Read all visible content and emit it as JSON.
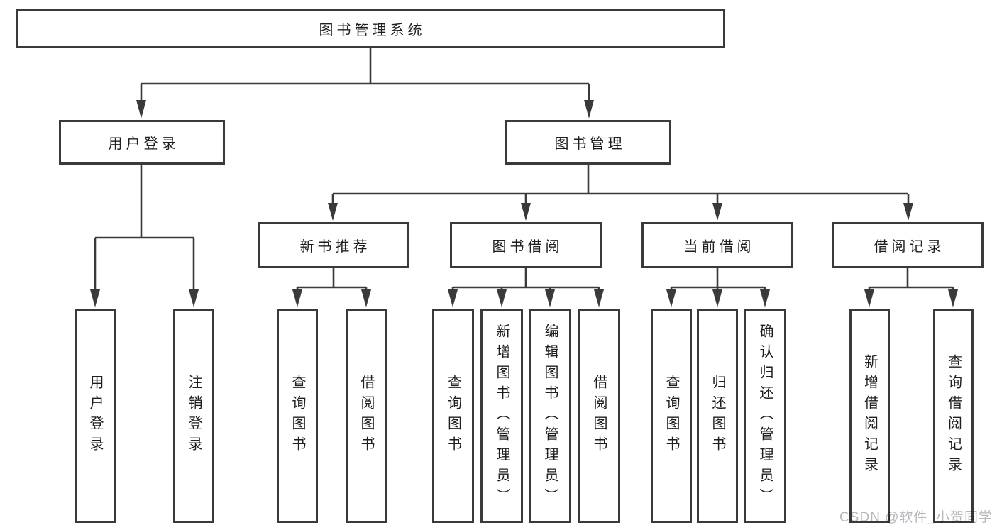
{
  "diagram": {
    "type": "hierarchy-tree",
    "title": "图书管理系统",
    "hierarchy": {
      "图书管理系统": {
        "用户登录": [
          "用户登录",
          "注销登录"
        ],
        "图书管理": {
          "新书推荐": [
            "查询图书",
            "借阅图书"
          ],
          "图书借阅": [
            "查询图书",
            "新增图书（管理员）",
            "编辑图书（管理员）",
            "借阅图书"
          ],
          "当前借阅": [
            "查询图书",
            "归还图书",
            "确认归还（管理员）"
          ],
          "借阅记录": [
            "新增借阅记录",
            "查询借阅记录"
          ]
        }
      }
    }
  },
  "nodes": {
    "root": {
      "label": "图书管理系统"
    },
    "user_login": {
      "label": "用户登录"
    },
    "book_mgmt": {
      "label": "图书管理"
    },
    "new_book_rec": {
      "label": "新书推荐"
    },
    "book_borrow": {
      "label": "图书借阅"
    },
    "current_borrow": {
      "label": "当前借阅"
    },
    "borrow_records": {
      "label": "借阅记录"
    },
    "ul_login": {
      "label": "用户登录"
    },
    "ul_logout": {
      "label": "注销登录"
    },
    "nbr_query": {
      "label": "查询图书"
    },
    "nbr_borrow": {
      "label": "借阅图书"
    },
    "bb_query": {
      "label": "查询图书"
    },
    "bb_add": {
      "label": "新增图书（管理员）"
    },
    "bb_edit": {
      "label": "编辑图书（管理员）"
    },
    "bb_borrow": {
      "label": "借阅图书"
    },
    "cb_query": {
      "label": "查询图书"
    },
    "cb_return": {
      "label": "归还图书"
    },
    "cb_confirm": {
      "label": "确认归还（管理员）"
    },
    "br_add": {
      "label": "新增借阅记录"
    },
    "br_query": {
      "label": "查询借阅记录"
    }
  },
  "watermark": "CSDN @软件_小贺同学",
  "colors": {
    "line": "#3a3a3a",
    "text": "#1e1e1e",
    "box_background": "#ffffff",
    "watermark": "#b5b9bd",
    "background": "#ffffff"
  }
}
